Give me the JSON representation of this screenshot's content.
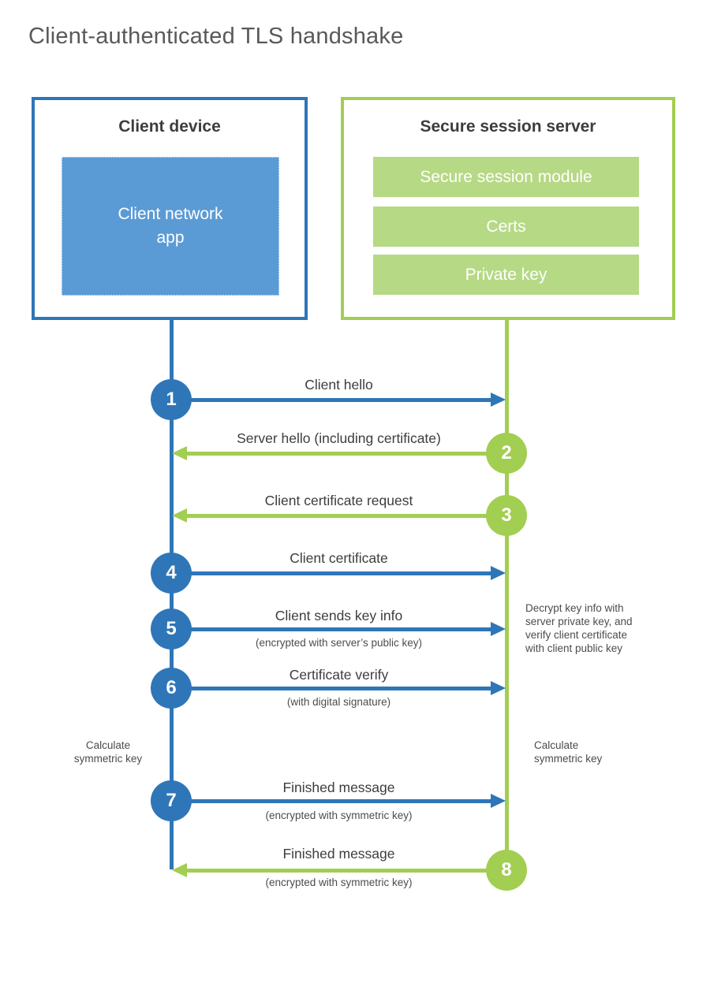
{
  "title": "Client-authenticated TLS handshake",
  "client": {
    "title": "Client device",
    "app": "Client network\napp"
  },
  "server": {
    "title": "Secure session server",
    "modules": [
      "Secure session module",
      "Certs",
      "Private key"
    ]
  },
  "steps": [
    {
      "num": "1",
      "from": "client",
      "direction": "right",
      "label": "Client hello"
    },
    {
      "num": "2",
      "from": "server",
      "direction": "left",
      "label": "Server hello (including certificate)"
    },
    {
      "num": "3",
      "from": "server",
      "direction": "left",
      "label": "Client certificate request"
    },
    {
      "num": "4",
      "from": "client",
      "direction": "right",
      "label": "Client certificate"
    },
    {
      "num": "5",
      "from": "client",
      "direction": "right",
      "label": "Client sends key info",
      "sublabel": "(encrypted with server’s public key)"
    },
    {
      "num": "6",
      "from": "client",
      "direction": "right",
      "label": "Certificate verify",
      "sublabel": "(with digital signature)"
    },
    {
      "num": "7",
      "from": "client",
      "direction": "right",
      "label": "Finished message",
      "sublabel": "(encrypted with symmetric key)"
    },
    {
      "num": "8",
      "from": "server",
      "direction": "left",
      "label": "Finished message",
      "sublabel": "(encrypted with symmetric key)"
    }
  ],
  "annotations": {
    "decrypt_note": "Decrypt key info with\nserver private key, and\nverify client certificate\nwith client public key",
    "calc_left": "Calculate\nsymmetric key",
    "calc_right": "Calculate\nsymmetric key"
  },
  "colors": {
    "blue": "#2e76b8",
    "blue-fill": "#5b9bd5",
    "green": "#a2ce52",
    "green-fill": "#b6d985",
    "text-dark": "#3d3d3d",
    "text-gray": "#4c4c4c",
    "title-gray": "#595959"
  }
}
